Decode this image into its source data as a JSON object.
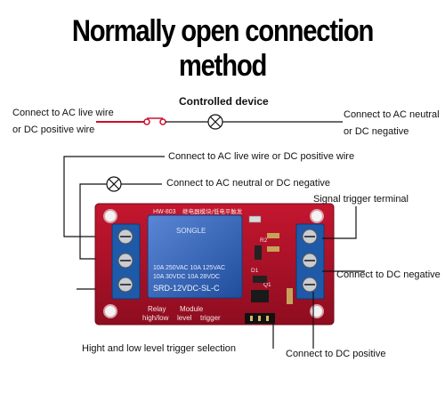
{
  "title": "Normally open connection method",
  "controlled_device": "Controlled device",
  "left_top_line1": "Connect to AC live  wire",
  "left_top_line2": "or DC positive wire",
  "right_top_line1": "Connect to AC neutral",
  "right_top_line2": "or DC negative",
  "term1_label": "Connect to AC live  wire or DC positive wire",
  "term2_label": "Connect to AC neutral or DC negative",
  "signal_trigger": "Signal trigger terminal",
  "dc_negative": "Connect to DC negative",
  "trigger_selection": "Hight and low level trigger selection",
  "dc_positive": "Connect to DC positive",
  "board": {
    "model": "HW-803",
    "chinese_label": "继电器模块/低电平触发",
    "relay_brand": "SONGLE",
    "relay_line1": "10A 250VAC  10A 125VAC",
    "relay_line2": "10A  30VDC  10A  28VDC",
    "relay_model": "SRD-12VDC-SL-C",
    "silk_relay": "Relay",
    "silk_module": "Module",
    "silk_hl": "high/low",
    "silk_level": "level",
    "silk_trigger": "trigger",
    "silk_r2": "R2",
    "silk_d1": "D1",
    "silk_q1": "Q1"
  },
  "colors": {
    "pcb": "#b3122a",
    "terminal": "#1e5aa8",
    "relay": "#2f62b8",
    "wire": "#c8102e",
    "line": "#111111"
  }
}
